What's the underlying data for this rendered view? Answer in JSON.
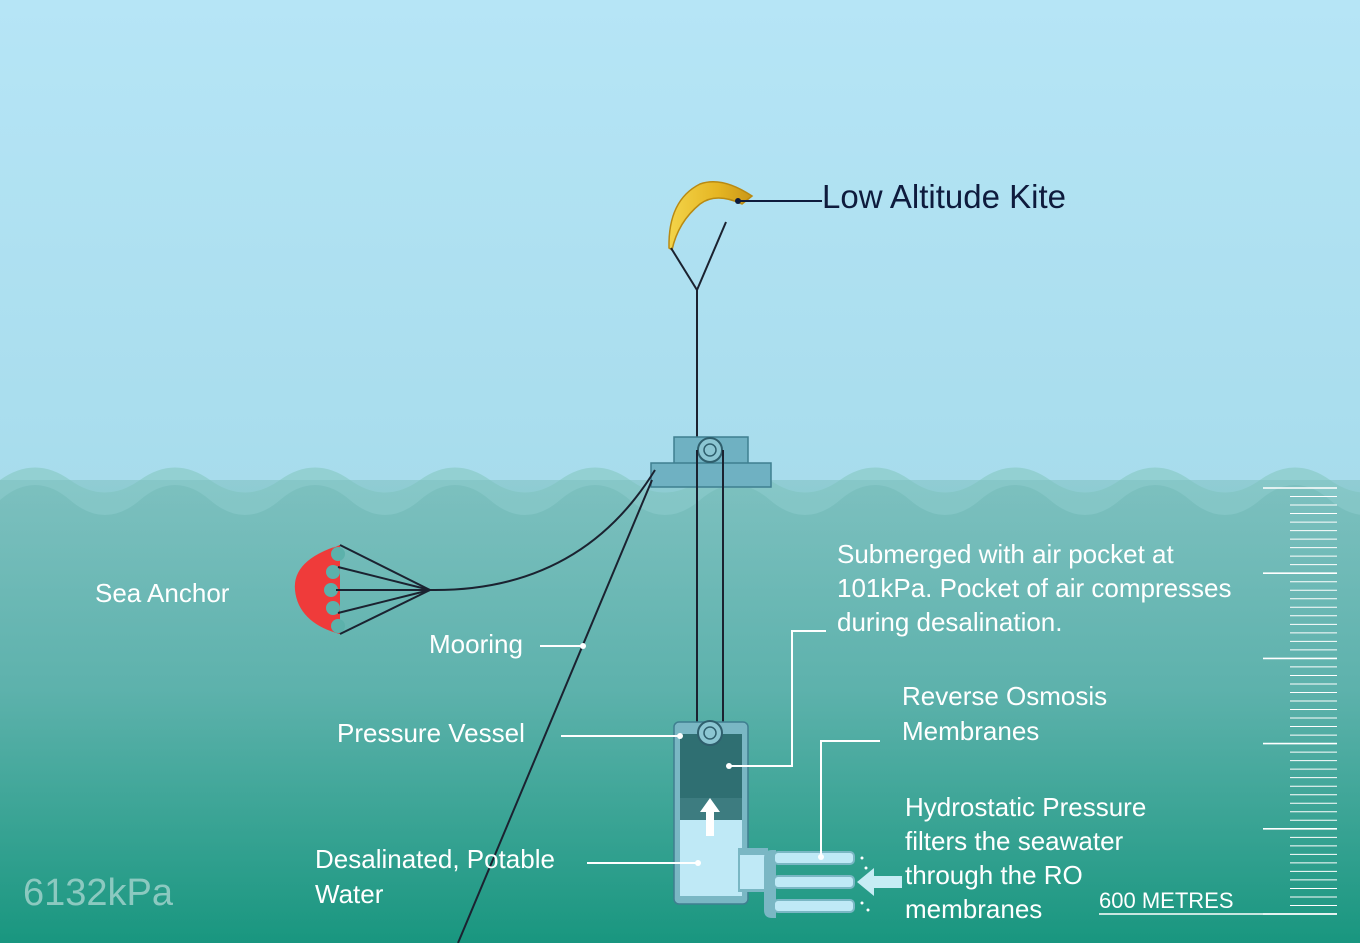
{
  "labels": {
    "kite": "Low Altitude Kite",
    "sea_anchor": "Sea Anchor",
    "mooring": "Mooring",
    "pressure_vessel": "Pressure Vessel",
    "air_pocket": [
      "Submerged with air pocket at",
      "101kPa. Pocket of air compresses",
      "during desalination."
    ],
    "ro_membranes": [
      "Reverse Osmosis",
      "Membranes"
    ],
    "hydrostatic": [
      "Hydrostatic Pressure",
      "filters the seawater",
      "through the RO",
      "membranes"
    ],
    "potable_water": [
      "Desalinated, Potable",
      "Water"
    ],
    "pressure_reading": "6132kPa",
    "depth_scale": "600 METRES"
  },
  "colors": {
    "sky": "#b3e3f4",
    "sea_top": "#7cc0bf",
    "sea_bottom": "#16957d",
    "kite": "#f0c030",
    "sea_anchor": "#ef3b3a",
    "vessel": "#7ab7c4",
    "fresh_water": "#bfe9f6",
    "air_pocket": "#2f6f72"
  }
}
